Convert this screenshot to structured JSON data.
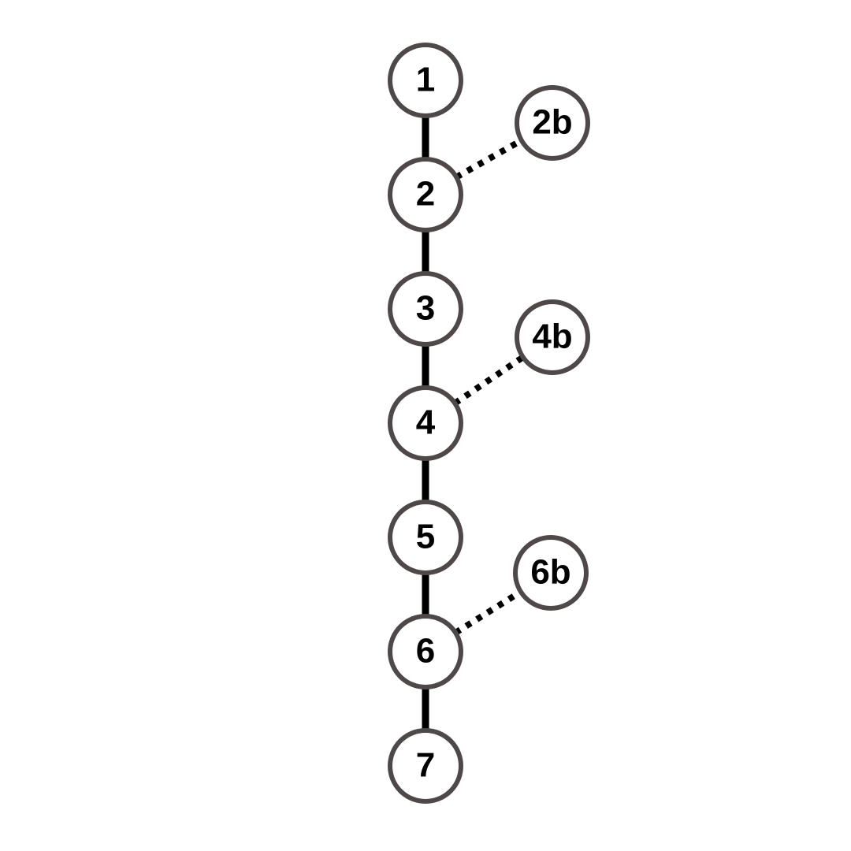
{
  "colors": {
    "background": "#ffffff",
    "node_stroke": "#4f4848",
    "node_fill": "#ffffff",
    "edge": "#000000",
    "label": "#000000"
  },
  "nodes": [
    {
      "id": "n1",
      "label": "1"
    },
    {
      "id": "n2",
      "label": "2"
    },
    {
      "id": "n3",
      "label": "3"
    },
    {
      "id": "n4",
      "label": "4"
    },
    {
      "id": "n5",
      "label": "5"
    },
    {
      "id": "n6",
      "label": "6"
    },
    {
      "id": "n7",
      "label": "7"
    },
    {
      "id": "n2b",
      "label": "2b"
    },
    {
      "id": "n4b",
      "label": "4b"
    },
    {
      "id": "n6b",
      "label": "6b"
    }
  ],
  "edges": [
    {
      "from": "n1",
      "to": "n2",
      "style": "solid"
    },
    {
      "from": "n2",
      "to": "n3",
      "style": "solid"
    },
    {
      "from": "n3",
      "to": "n4",
      "style": "solid"
    },
    {
      "from": "n4",
      "to": "n5",
      "style": "solid"
    },
    {
      "from": "n5",
      "to": "n6",
      "style": "solid"
    },
    {
      "from": "n6",
      "to": "n7",
      "style": "solid"
    },
    {
      "from": "n2",
      "to": "n2b",
      "style": "dotted"
    },
    {
      "from": "n4",
      "to": "n4b",
      "style": "dotted"
    },
    {
      "from": "n6",
      "to": "n6b",
      "style": "dotted"
    }
  ]
}
